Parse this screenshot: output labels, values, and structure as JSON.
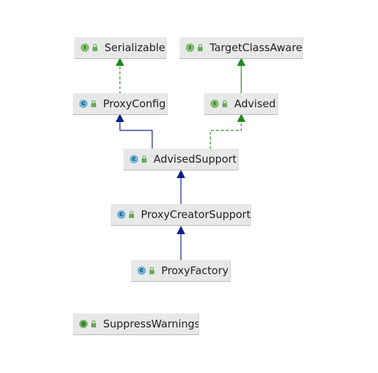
{
  "diagram": {
    "nodes": [
      {
        "id": "serializable",
        "label": "Serializable",
        "kind": "interface",
        "badge": "I",
        "icon": "interface-icon"
      },
      {
        "id": "targetclassaware",
        "label": "TargetClassAware",
        "kind": "interface",
        "badge": "I",
        "icon": "interface-icon"
      },
      {
        "id": "proxyconfig",
        "label": "ProxyConfig",
        "kind": "class",
        "badge": "C",
        "icon": "class-icon"
      },
      {
        "id": "advised",
        "label": "Advised",
        "kind": "interface",
        "badge": "I",
        "icon": "interface-icon"
      },
      {
        "id": "advisedsupport",
        "label": "AdvisedSupport",
        "kind": "class",
        "badge": "C",
        "icon": "class-icon"
      },
      {
        "id": "proxycreatorsupport",
        "label": "ProxyCreatorSupport",
        "kind": "class",
        "badge": "C",
        "icon": "class-icon"
      },
      {
        "id": "proxyfactory",
        "label": "ProxyFactory",
        "kind": "class",
        "badge": "C",
        "icon": "class-icon"
      },
      {
        "id": "suppresswarnings",
        "label": "SuppressWarnings",
        "kind": "annotation",
        "badge": "@",
        "icon": "annotation-icon"
      }
    ],
    "edges": [
      {
        "from": "proxyconfig",
        "to": "serializable",
        "type": "implements",
        "color": "#1f8a1f"
      },
      {
        "from": "advised",
        "to": "targetclassaware",
        "type": "extends-interface",
        "color": "#1f8a1f"
      },
      {
        "from": "advisedsupport",
        "to": "proxyconfig",
        "type": "extends",
        "color": "#0b1f8c"
      },
      {
        "from": "advisedsupport",
        "to": "advised",
        "type": "implements",
        "color": "#1f8a1f"
      },
      {
        "from": "proxycreatorsupport",
        "to": "advisedsupport",
        "type": "extends",
        "color": "#0b1f8c"
      },
      {
        "from": "proxyfactory",
        "to": "proxycreatorsupport",
        "type": "extends",
        "color": "#0b1f8c"
      }
    ]
  }
}
